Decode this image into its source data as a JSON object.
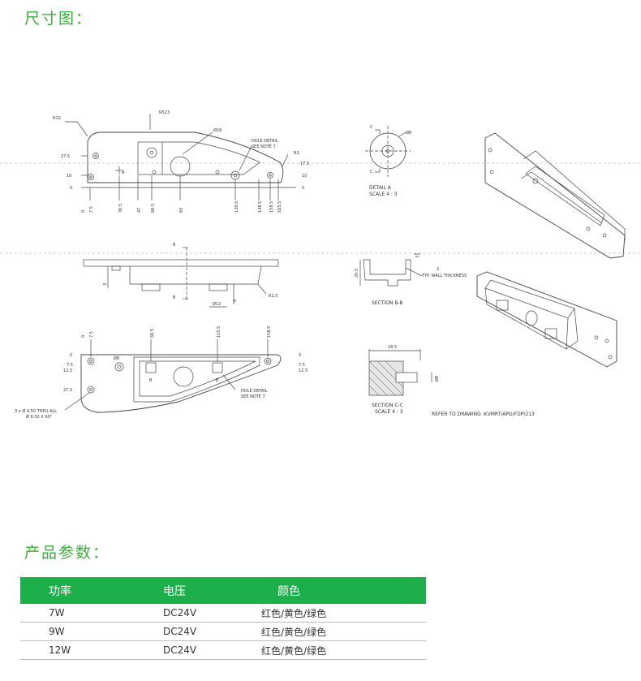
{
  "headings": {
    "drawing": "尺寸图：",
    "params": "产品参数："
  },
  "drawing": {
    "top_view": {
      "radius_labels": [
        "R13",
        "R523",
        "R3"
      ],
      "diameter_label": "Ø16",
      "hole_note": [
        "HOLE DETAIL",
        "SEE NOTE 7"
      ],
      "datum_a": "A",
      "left_dims": [
        "27.5",
        "10",
        "0"
      ],
      "right_dims": [
        "17.5",
        "10",
        "0"
      ],
      "bottom_dims": [
        "0",
        "7.5",
        "30.5",
        "47",
        "60.5",
        "83",
        "130.5",
        "148.5",
        "158.5",
        "165.5"
      ]
    },
    "detail_a": {
      "section_marks": [
        "C",
        "C"
      ],
      "diameter": "Ø8",
      "caption": [
        "DETAIL A",
        "SCALE 4 : 3"
      ]
    },
    "side_view": {
      "section_marks": [
        "B",
        "B"
      ],
      "height_dim": "3",
      "depth_dim": "4",
      "width_dim": "Ø12",
      "radius": "R2.5"
    },
    "section_b": {
      "dims": [
        "20.5",
        "3",
        "2"
      ],
      "note": "TYP. WALL THICKNESS",
      "caption": "SECTION B-B"
    },
    "bottom_view": {
      "top_dims": [
        "0",
        "7.5",
        "60.5",
        "115.5",
        "158.5"
      ],
      "left_dims": [
        "0",
        "7.5",
        "12.5",
        "27.5"
      ],
      "right_dims": [
        "0",
        "7.5",
        "12.5"
      ],
      "diameter": "Ø8",
      "hole_note": [
        "HOLE DETAIL",
        "SEE NOTE 7"
      ],
      "thru_note": [
        "3 x Ø 4.50 THRU ALL",
        "Ø 9.50 X 90°"
      ],
      "marks": [
        "B",
        "B"
      ]
    },
    "section_c": {
      "width": "18.5",
      "diameter": "Ø8",
      "caption": [
        "SECTION C-C",
        "SCALE 4 : 3"
      ]
    },
    "refer_note": "REFER TO DRAWING :KVMRT/APG/FDP/213"
  },
  "table": {
    "headers": [
      "功率",
      "电压",
      "颜色"
    ],
    "rows": [
      [
        "7W",
        "DC24V",
        "红色/黄色/绿色"
      ],
      [
        "9W",
        "DC24V",
        "红色/黄色/绿色"
      ],
      [
        "12W",
        "DC24V",
        "红色/黄色/绿色"
      ]
    ]
  },
  "colors": {
    "accent": "#3aae3a",
    "table_header": "#1db04a"
  }
}
